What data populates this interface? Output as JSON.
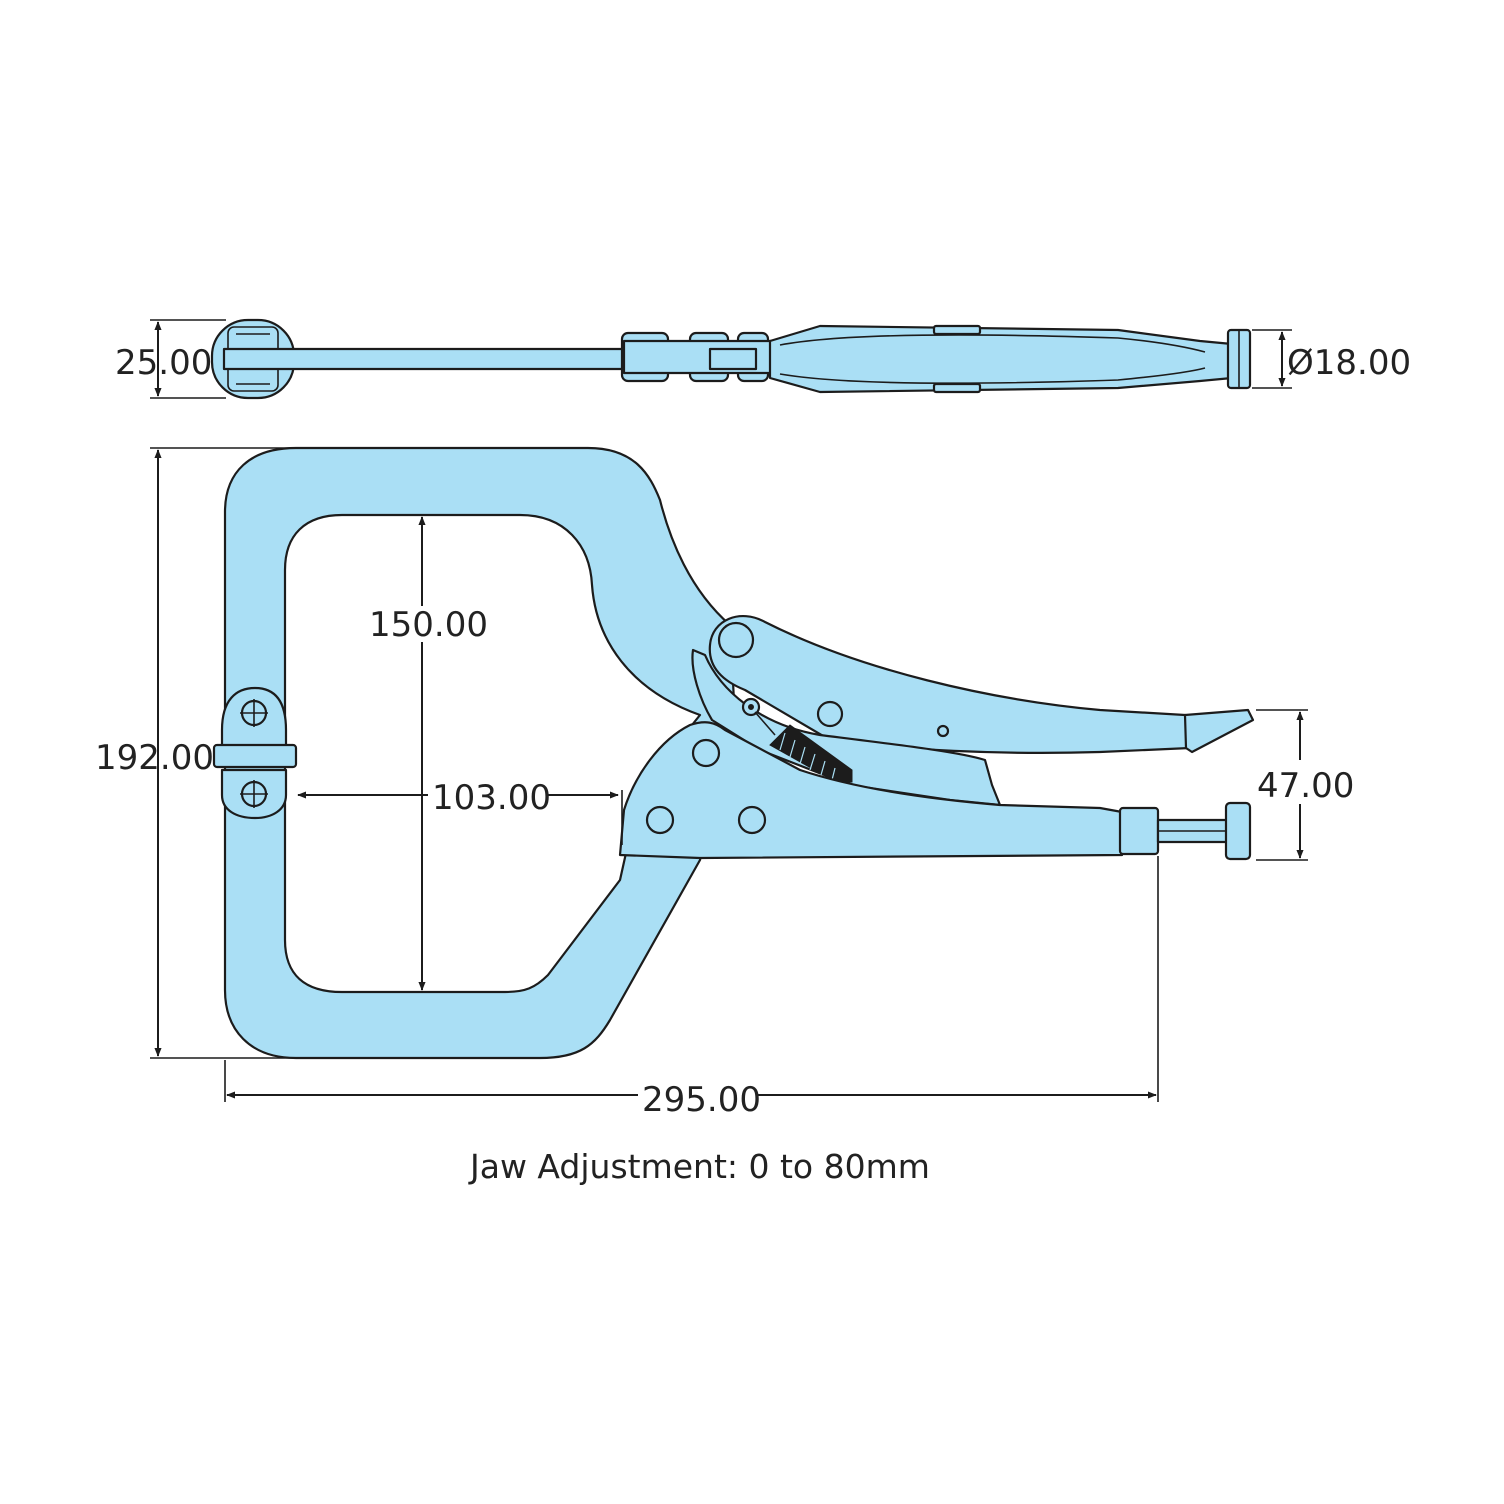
{
  "colors": {
    "part_fill": "#aadff5",
    "outline": "#1c1c1c",
    "text": "#222222",
    "background": "#ffffff"
  },
  "dimensions": {
    "thickness": "25.00",
    "pad_diameter": "Ø18.00",
    "overall_height": "192.00",
    "throat_depth": "150.00",
    "throat_width": "103.00",
    "jaw_height": "47.00",
    "overall_length": "295.00"
  },
  "caption": "Jaw Adjustment: 0 to 80mm"
}
